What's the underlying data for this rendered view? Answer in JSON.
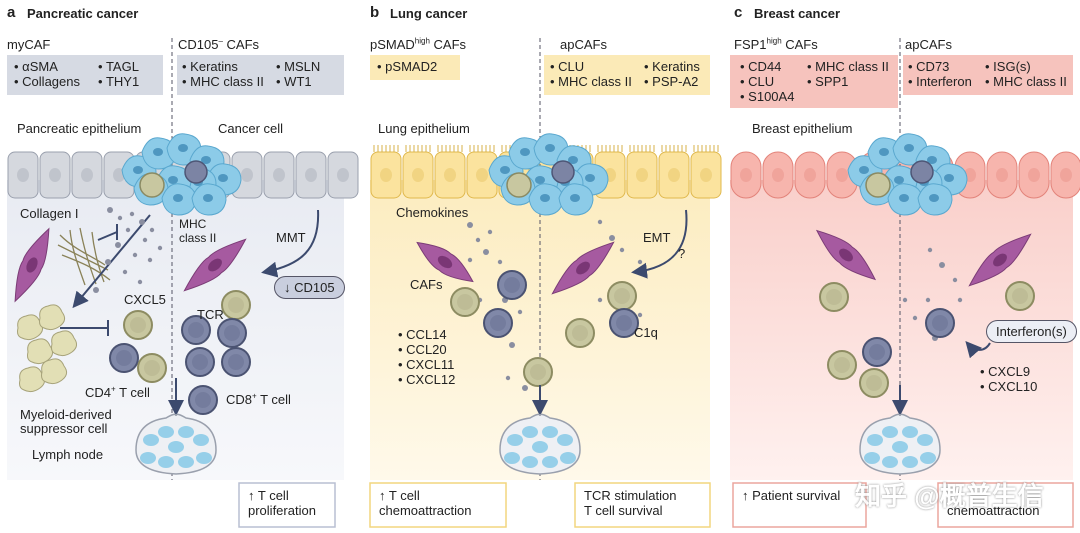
{
  "panels": {
    "a": {
      "letter": "a",
      "title": "Pancreatic cancer",
      "left_header": "myCAF",
      "left_markers": [
        "αSMA",
        "Collagens",
        "TAGL",
        "THY1"
      ],
      "right_header": "CD105",
      "right_header_sup": "–",
      "right_header_suffix": " CAFs",
      "right_markers": [
        "Keratins",
        "MHC class II",
        "MSLN",
        "WT1"
      ],
      "labels": {
        "epithelium": "Pancreatic epithelium",
        "cancer_cell": "Cancer cell",
        "collagen": "Collagen I",
        "mhc": "MHC",
        "mhc2": "class II",
        "mmt": "MMT",
        "cd105": "↓ CD105",
        "cxcl5": "CXCL5",
        "tcr": "TCR",
        "cd4_prefix": "CD4",
        "cd4_sup": "+",
        "cd4_suffix": " T cell",
        "cd8_prefix": "CD8",
        "cd8_sup": "+",
        "cd8_suffix": " T cell",
        "mdsc1": "Myeloid-derived",
        "mdsc2": "suppressor cell",
        "lymph_node": "Lymph node"
      },
      "outcome": [
        "↑ T cell",
        "proliferation"
      ]
    },
    "b": {
      "letter": "b",
      "title": "Lung cancer",
      "left_header": "pSMAD",
      "left_header_sup": "high",
      "left_header_suffix": " CAFs",
      "left_markers": [
        "pSMAD2"
      ],
      "right_header": "apCAFs",
      "right_markers": [
        "CLU",
        "MHC class II",
        "Keratins",
        "PSP-A2"
      ],
      "labels": {
        "epithelium": "Lung epithelium",
        "chemokines": "Chemokines",
        "cafs": "CAFs",
        "emt": "EMT",
        "question": "?",
        "c1q": "C1q"
      },
      "chemokine_list": [
        "CCL14",
        "CCL20",
        "CXCL11",
        "CXCL12"
      ],
      "outcome_left": [
        "↑ T cell",
        "chemoattraction"
      ],
      "outcome_right": [
        "TCR stimulation",
        "T cell survival"
      ]
    },
    "c": {
      "letter": "c",
      "title": "Breast cancer",
      "left_header": "FSP1",
      "left_header_sup": "high",
      "left_header_suffix": " CAFs",
      "left_markers": [
        "CD44",
        "CLU",
        "S100A4",
        "MHC class II",
        "SPP1"
      ],
      "right_header": "apCAFs",
      "right_markers": [
        "CD73",
        "Interferon",
        "ISG(s)",
        "MHC class II"
      ],
      "labels": {
        "epithelium": "Breast epithelium",
        "interferons": "Interferon(s)"
      },
      "chemokine_list": [
        "CXCL9",
        "CXCL10"
      ],
      "outcome_left": [
        "↑ Patient survival"
      ],
      "outcome_right": [
        "chemoattraction"
      ]
    }
  },
  "watermark": "知乎 @概普生信",
  "colors": {
    "a_box": "#d6dae3",
    "a_bg": "#e3e6ee",
    "b_box": "#fbeab7",
    "b_bg": "#fdf0c7",
    "c_box": "#f6c3bd",
    "c_bg": "#fad5d0",
    "cancer": "#8ccbe8",
    "caf": "#a65aa0",
    "tcell": "#c8c7a0",
    "tcell_dark": "#6e7390"
  }
}
